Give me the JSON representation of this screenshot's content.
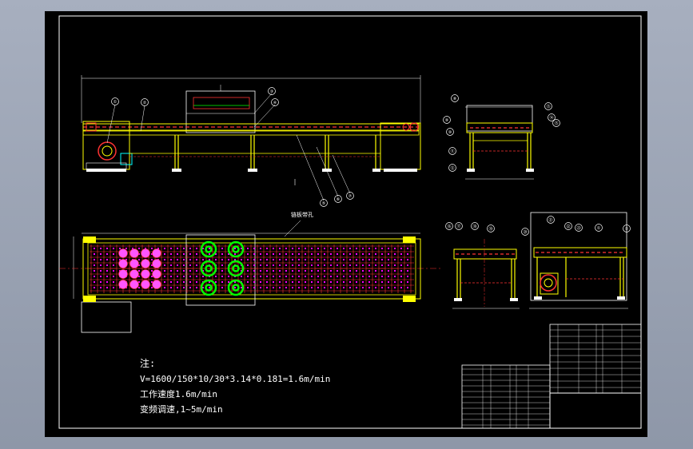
{
  "drawing": {
    "annotation_label": "链板带孔",
    "notes": {
      "heading": "注:",
      "line1": "V=1600/150*10/30*3.14*0.181=1.6m/min",
      "line2": "工作速度1.6m/min",
      "line3": "变频调速,1~5m/min"
    },
    "balloons": [
      "①",
      "②",
      "③",
      "④",
      "⑤",
      "⑥",
      "⑦",
      "⑧",
      "⑨",
      "⑩",
      "⑪",
      "⑫",
      "⑬",
      "⑭",
      "⑮",
      "⑯",
      "⑰",
      "⑱",
      "⑲",
      "⑳",
      "㉑",
      "㉒",
      "㉓"
    ]
  },
  "colors": {
    "background": "#000000",
    "frame": "#ffffff",
    "conveyor": "#ffff00",
    "hatch": "#ff3333",
    "rollers": "#00ff00",
    "balloon": "#ffffff",
    "chain_holes": "#ff00ff",
    "secondary": "#00ffff"
  }
}
